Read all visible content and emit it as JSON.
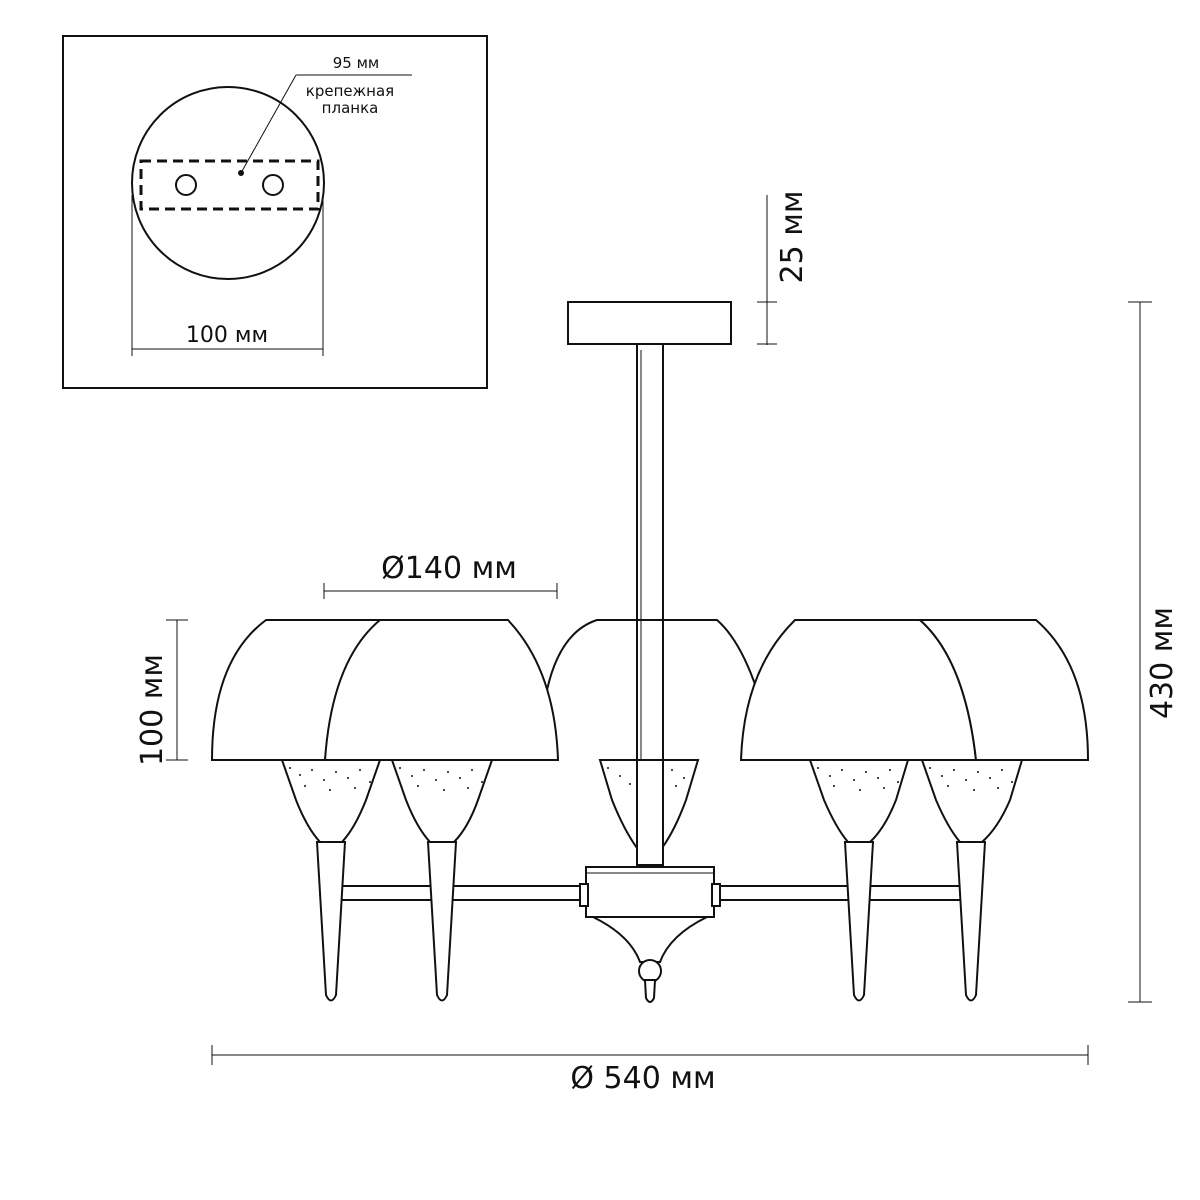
{
  "inset": {
    "width_label": "95 мм",
    "plate_label_line1": "крепежная",
    "plate_label_line2": "планка",
    "diameter_label": "100 мм"
  },
  "dimensions": {
    "canopy_height": "25 мм",
    "total_height": "430 мм",
    "shade_diameter": "Ø140 мм",
    "shade_height": "100 мм",
    "total_diameter": "Ø 540 мм"
  }
}
